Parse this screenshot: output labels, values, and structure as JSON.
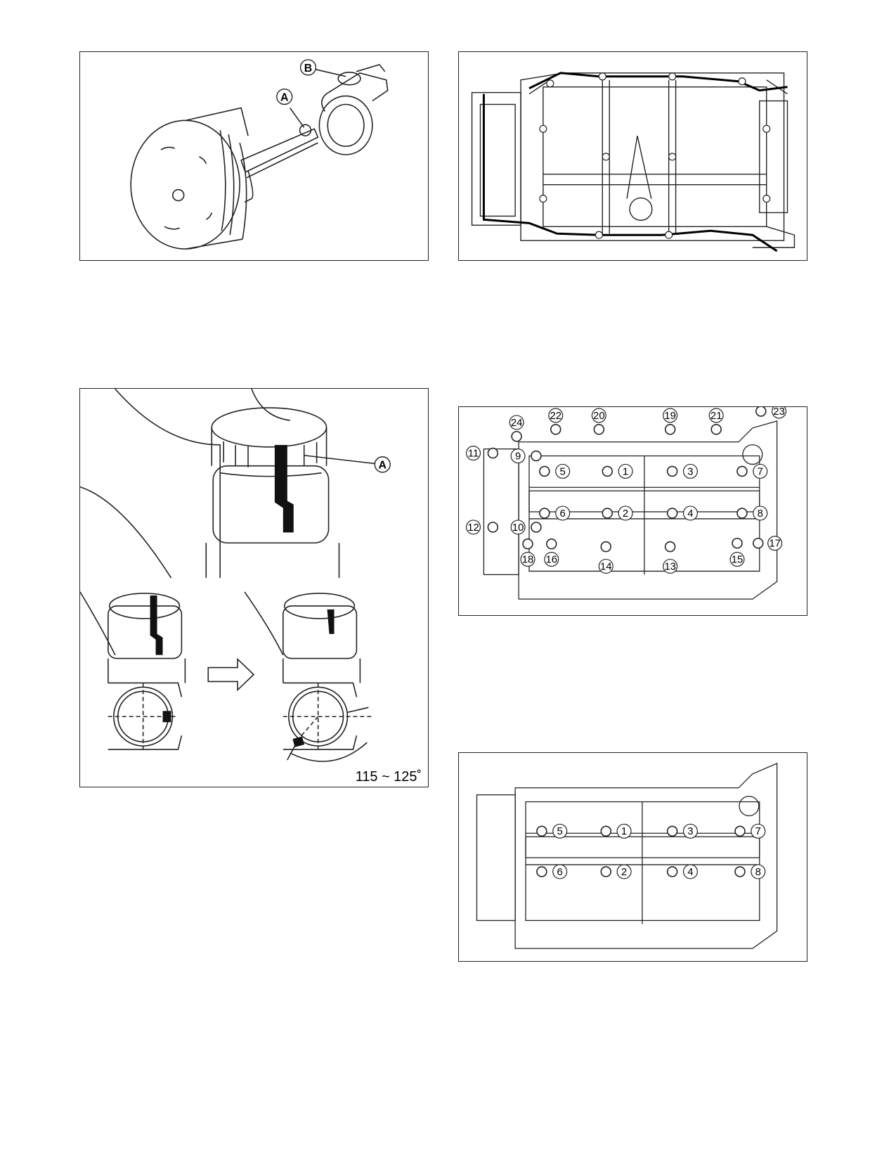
{
  "fig1": {
    "callouts": [
      "A",
      "B"
    ]
  },
  "fig3": {
    "callouts": [
      "A"
    ],
    "angle_label": "115 ~ 125˚"
  },
  "fig4": {
    "bolts": [
      "1",
      "2",
      "3",
      "4",
      "5",
      "6",
      "7",
      "8",
      "9",
      "10",
      "11",
      "12",
      "13",
      "14",
      "15",
      "16",
      "17",
      "18",
      "19",
      "20",
      "21",
      "22",
      "23",
      "24"
    ]
  },
  "fig5": {
    "bolts": [
      "1",
      "2",
      "3",
      "4",
      "5",
      "6",
      "7",
      "8"
    ]
  }
}
